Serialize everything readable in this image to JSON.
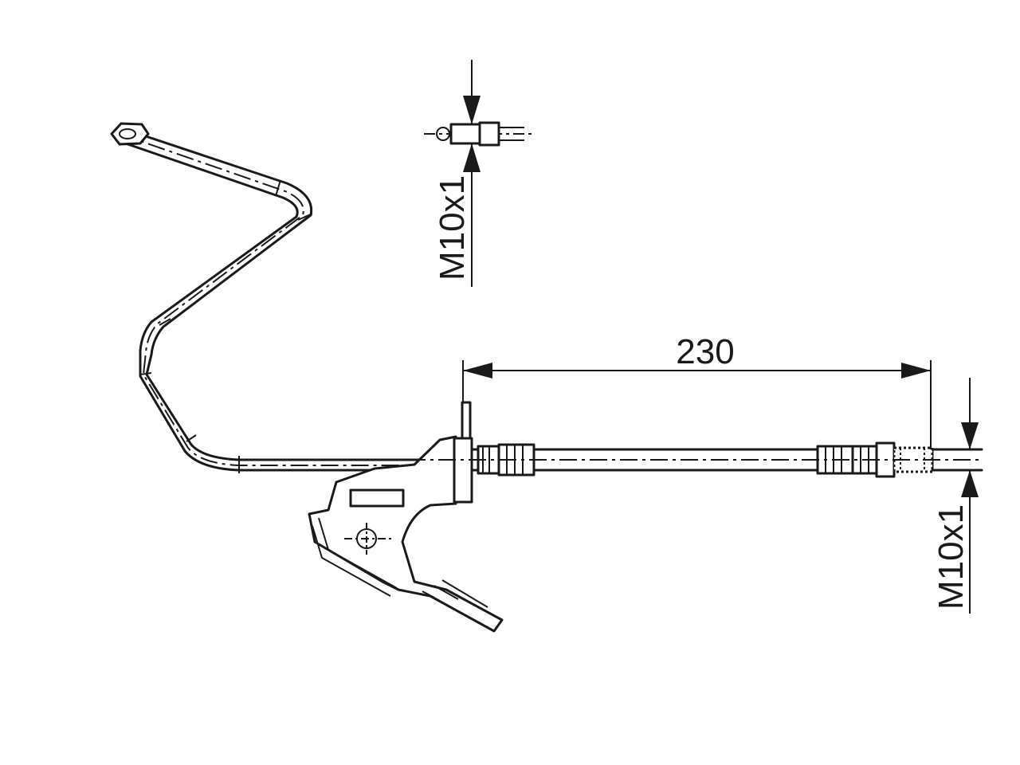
{
  "dimensions": {
    "length_label": "230",
    "thread_top_label": "M10x1",
    "thread_right_label": "M10x1"
  }
}
